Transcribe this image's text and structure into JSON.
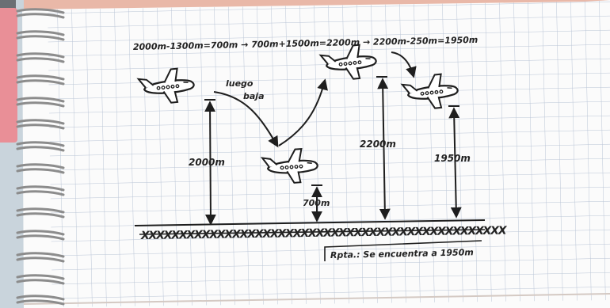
{
  "equation": "2000m-1300m=700m → 700m+1500m=2200m → 2200m-250m=1950m",
  "labels": {
    "descend": "luego baja",
    "descend_line1": "luego",
    "descend_line2": "baja",
    "h1": "2000m",
    "h2": "700m",
    "h3": "2200m",
    "h4": "1950m"
  },
  "answer": "Rpta.: Se encuentra a 1950m",
  "colors": {
    "paper": "#fbfbfb",
    "grid": "#b9c4d6",
    "ink": "#1e1e1e",
    "background": "#e9b8a8",
    "ring": "#9a9a9a"
  }
}
